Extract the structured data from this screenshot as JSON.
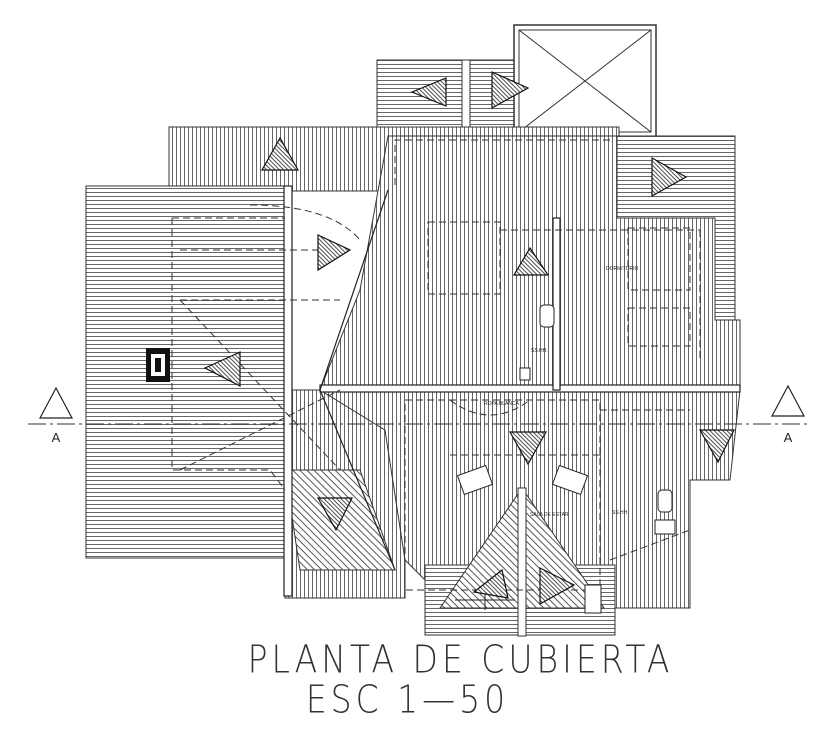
{
  "drawing": {
    "title": "PLANTA DE CUBIERTA",
    "scale": "ESC 1—50",
    "section_marker_left": "A",
    "section_marker_right": "A",
    "room_labels": {
      "dormitorio": "DORMITORIO",
      "ropa_blanca": "ROPA BLANCA",
      "sshh_upper": "SS.HH.",
      "sshh_right": "SS.HH.",
      "sala": "SALA DE ESTAR"
    }
  }
}
